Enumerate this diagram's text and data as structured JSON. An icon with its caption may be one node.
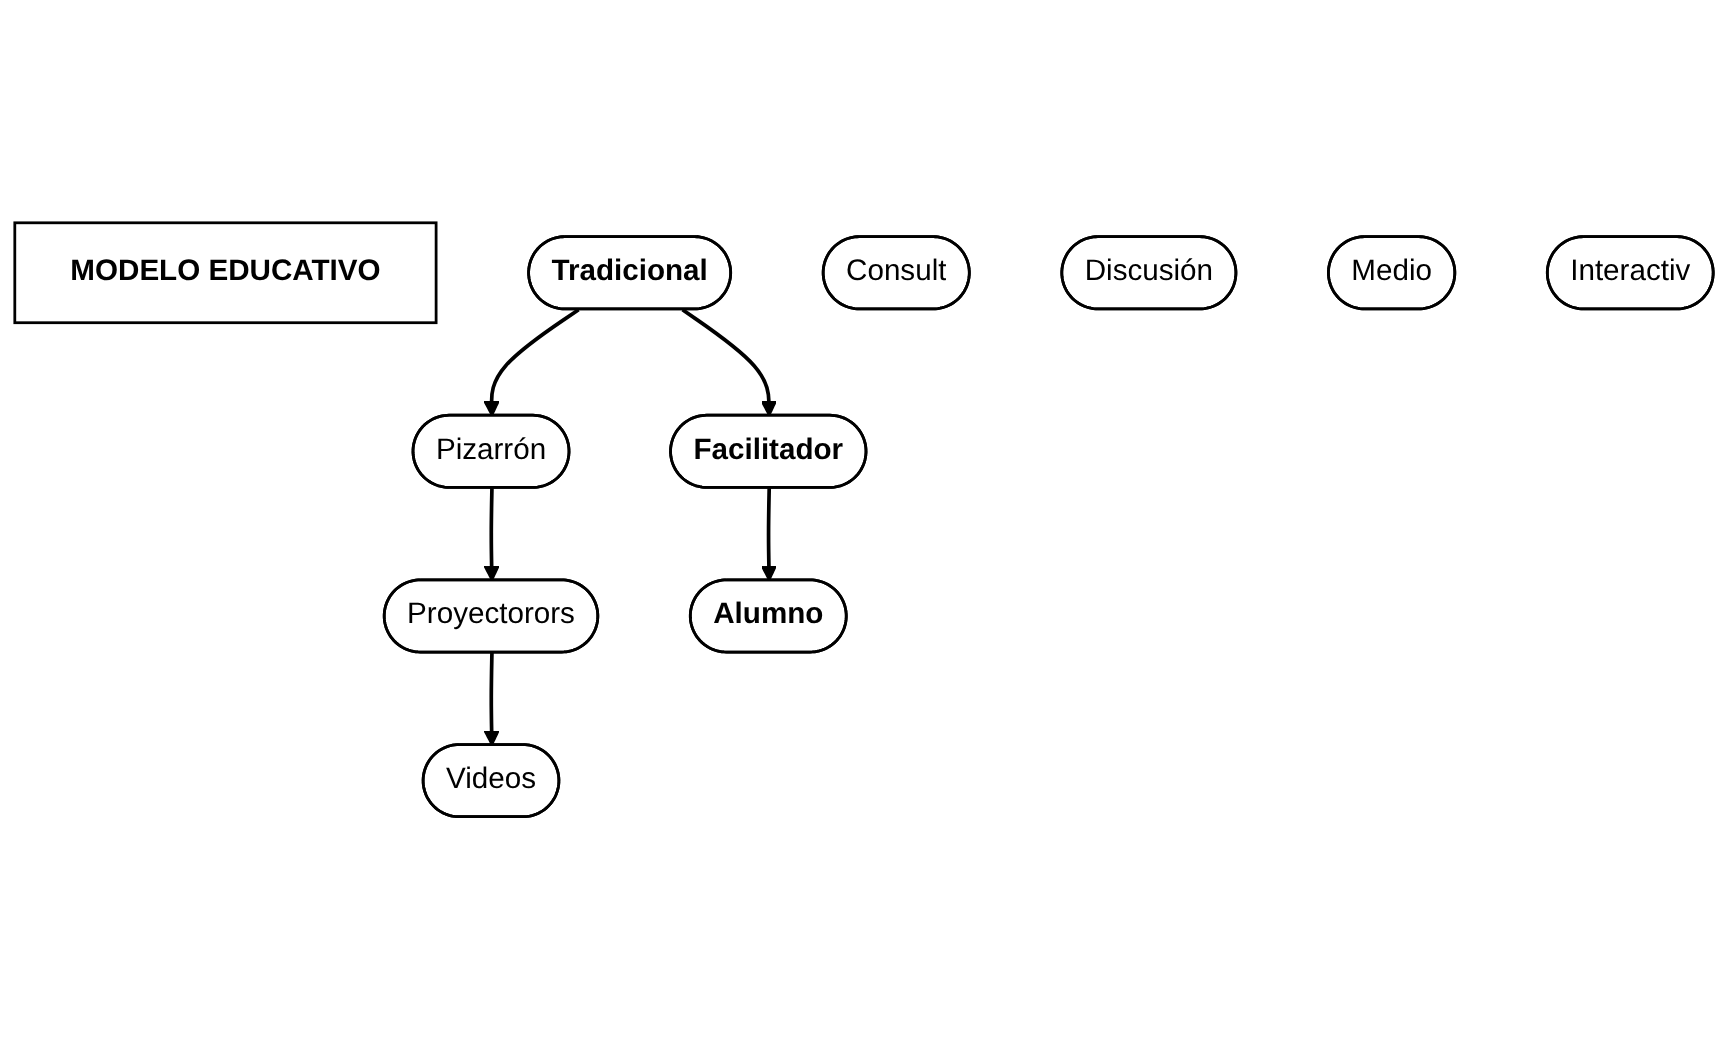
{
  "diagram": {
    "nodes": [
      {
        "text": [
          "MODELO EDUCATIVO"
        ]
      },
      {
        "text": [
          "Tradicional"
        ]
      },
      {
        "text": [
          "Facilitador"
        ]
      },
      {
        "text": [
          "Consult"
        ]
      },
      {
        "text": [
          "Discusión"
        ]
      },
      {
        "text": [
          "Pizarrón"
        ]
      },
      {
        "text": [
          "Medio"
        ]
      },
      {
        "text": [
          "Interactiv"
        ]
      },
      {
        "text": [
          "Proyectorors"
        ]
      },
      {
        "text": [
          "Alumno"
        ]
      },
      {
        "text": [
          "Videos"
        ]
      }
    ],
    "edges": [
      {
        "from": 1,
        "to": 2,
        "arrow": "to"
      },
      {
        "from": 1,
        "to": 5,
        "arrow": "to"
      },
      {
        "from": 2,
        "to": 9,
        "arrow": "to"
      },
      {
        "from": 5,
        "to": 8,
        "arrow": "to"
      },
      {
        "from": 8,
        "to": 10,
        "arrow": "to"
      }
    ]
  }
}
